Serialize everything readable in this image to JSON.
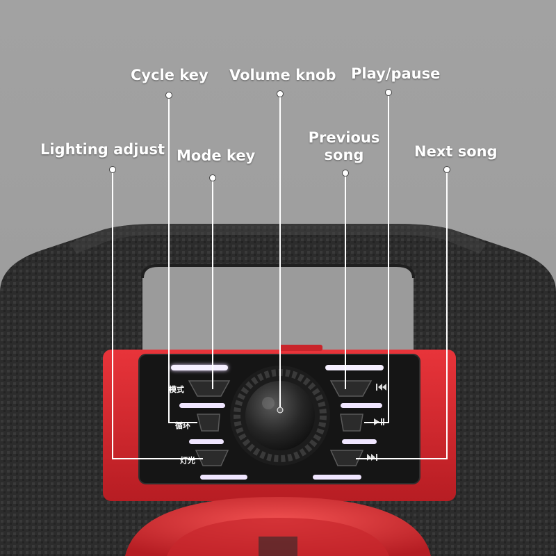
{
  "callouts": {
    "cycle_key": "Cycle key",
    "volume_knob": "Volume knob",
    "play_pause": "Play/pause",
    "lighting_adjust": "Lighting adjust",
    "mode_key": "Mode key",
    "previous_song": "Previous song",
    "next_song": "Next song"
  },
  "panel_labels": {
    "mode": "模式",
    "cycle": "循环",
    "light": "灯光"
  },
  "colors": {
    "background": "#9e9e9e",
    "speaker_body": "#2a2a2a",
    "accent_red": "#d9262b",
    "panel": "#141414",
    "callout_text": "#ffffff",
    "led_glow": "#e8d8ff"
  },
  "icons": {
    "previous": "previous-track-icon",
    "play_pause": "play-pause-icon",
    "next": "next-track-icon"
  }
}
